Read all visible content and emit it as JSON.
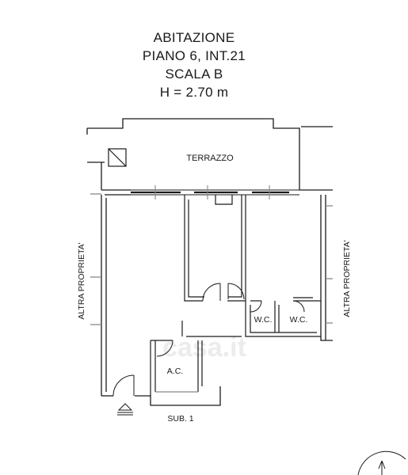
{
  "title": {
    "line1": "ABITAZIONE",
    "line2": "PIANO 6, INT.21",
    "line3": "SCALA B",
    "line4": "H = 2.70 m"
  },
  "rooms": {
    "terrace": "TERRAZZO",
    "wc_left": "W.C.",
    "wc_right": "W.C.",
    "ac": "A.C."
  },
  "neighbors": {
    "left": "ALTRA PROPRIETA'",
    "right": "ALTRA PROPRIETA'"
  },
  "sub": "SUB. 1",
  "watermark": "casa.it",
  "icons": {
    "north": "north-arrow-icon",
    "entrance": "entrance-triangle-icon",
    "duct": "duct-shaft-icon"
  },
  "colors": {
    "ink": "#1a1a1a",
    "gray": "#888888",
    "watermark": "#e8e8e8"
  }
}
